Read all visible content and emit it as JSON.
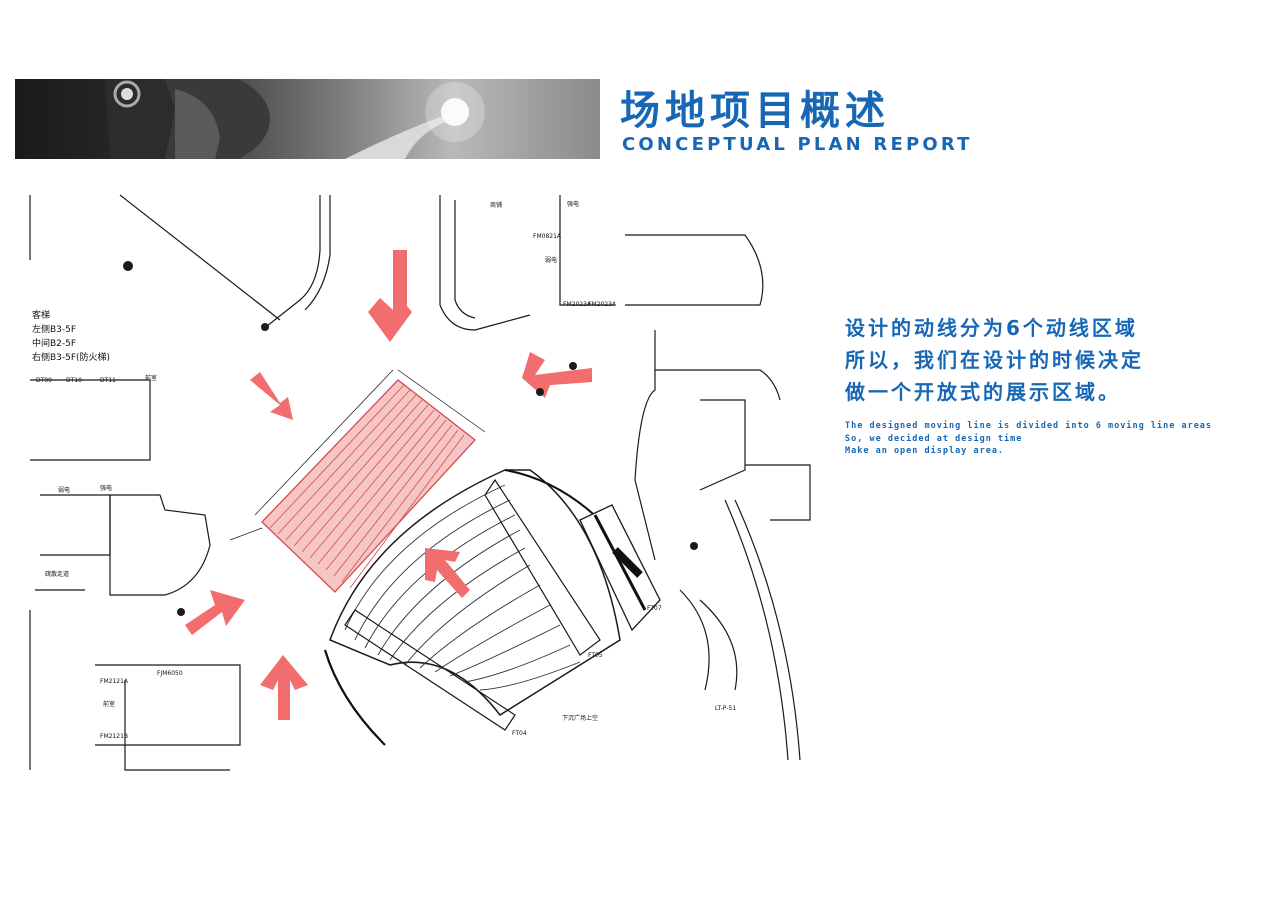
{
  "header": {
    "title_cn": "场地项目概述",
    "title_en": "CONCEPTUAL PLAN REPORT"
  },
  "description": {
    "cn_lines": [
      "设计的动线分为6个动线区域",
      "所以，我们在设计的时候决定",
      "做一个开放式的展示区域。"
    ],
    "en_lines": [
      "The designed moving line is divided into 6 moving line areas",
      "So, we decided at design time",
      "Make an open display area."
    ]
  },
  "plan": {
    "elevator_lines": [
      "客梯",
      "左侧B3-5F",
      "中间B2-5F",
      "右侧B3-5F(防火梯)"
    ],
    "labels": {
      "shop": "商铺",
      "strong_power": "强电",
      "weak_power": "弱电",
      "weak_power_left": "弱电",
      "strong_power_left": "强电",
      "front_room": "前室",
      "front_room2": "前室",
      "evac": "疏散走道",
      "plaza_void": "下沉广场上空",
      "ft07": "FT07",
      "ft05": "FT05",
      "ft04": "FT04",
      "ltp51": "LT-P-51",
      "fm2023a_1": "FM2023A",
      "fm2023a_2": "FM2023A",
      "fm0821a": "FM0821A",
      "fm2121a": "FM2121A",
      "fm2121b": "FM2121B",
      "fjm6050": "FJM6050",
      "dt09": "DT09",
      "dt10": "DT10",
      "dt11": "DT11"
    },
    "colors": {
      "arrow": "#f26d6d",
      "stage_fill": "#f6c6c6",
      "stage_line": "#d54b4b",
      "line": "#1a1a1a"
    }
  }
}
